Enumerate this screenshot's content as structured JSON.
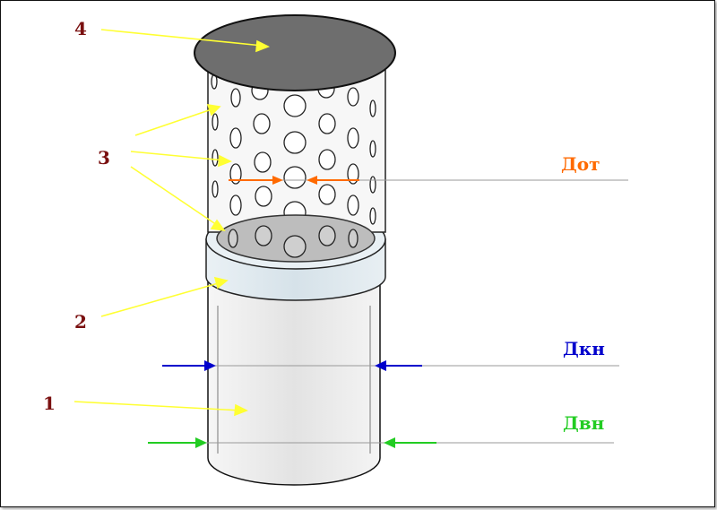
{
  "labels": {
    "n1": "1",
    "n2": "2",
    "n3": "3",
    "n4": "4",
    "d_ot": "Дот",
    "d_kn": "Дкн",
    "d_vn": "Двн"
  },
  "colors": {
    "label_numbers": "#7a1010",
    "pointer": "#ffff33",
    "d_ot": "#ff6a00",
    "d_kn": "#0000cc",
    "d_vn": "#22cc22",
    "pipe": "#eeeeee",
    "coupling": "#dde8ee",
    "cap": "#6e6e6e"
  }
}
